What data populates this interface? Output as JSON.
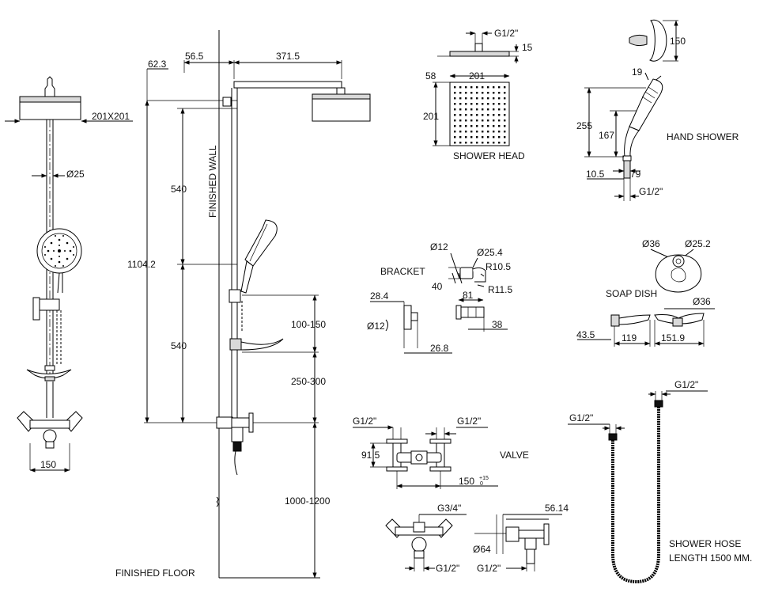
{
  "front_view": {
    "head_size": "201X201",
    "pipe_dia": "Ø25",
    "valve_width": "150"
  },
  "side_view": {
    "dim_62_3": "62.3",
    "dim_56_5": "56.5",
    "dim_371_5": "371.5",
    "total_height": "1104.2",
    "upper_540": "540",
    "lower_540": "540",
    "wall_label": "FINISHED WALL",
    "dim_100_150": "100-150",
    "dim_250_300": "250-300",
    "dim_1000_1200": "1000-1200",
    "floor_label": "FINISHED FLOOR"
  },
  "shower_head": {
    "thread": "G1/2\"",
    "dim_15": "15",
    "dim_58": "58",
    "width": "201",
    "depth": "201",
    "label": "SHOWER HEAD"
  },
  "hand_shower": {
    "dim_150": "150",
    "dim_19": "19",
    "dim_255": "255",
    "dim_167": "167",
    "dim_10_5": "10.5",
    "dim_79": "79",
    "thread": "G1/2\"",
    "label": "HAND SHOWER"
  },
  "bracket": {
    "label": "BRACKET",
    "d12": "Ø12",
    "d25_4": "Ø25.4",
    "r10_5": "R10.5",
    "r11_5": "R11.5",
    "dim_40": "40",
    "dim_81": "81",
    "dim_28_4": "28.4",
    "d12_side": "Ø12",
    "dim_38": "38",
    "dim_26_8": "26.8"
  },
  "soap_dish": {
    "d36": "Ø36",
    "d25_2": "Ø25.2",
    "label": "SOAP DISH",
    "d36_side": "Ø36",
    "dim_43_5": "43.5",
    "dim_119": "119",
    "dim_151_9": "151.9"
  },
  "valve": {
    "left_thread": "G1/2\"",
    "right_thread": "G1/2\"",
    "dim_91_5": "91.5",
    "label": "VALVE",
    "centers": "150",
    "tol_plus": "+15",
    "tol_zero": "0",
    "top_thread": "G3/4\"",
    "bottom_thread": "G1/2\"",
    "dim_56_14": "56.14",
    "d64": "Ø64",
    "side_thread": "G1/2\""
  },
  "hose": {
    "top_right_thread": "G1/2\"",
    "top_left_thread": "G1/2\"",
    "label_line1": "SHOWER HOSE",
    "label_line2": "LENGTH 1500 MM."
  }
}
